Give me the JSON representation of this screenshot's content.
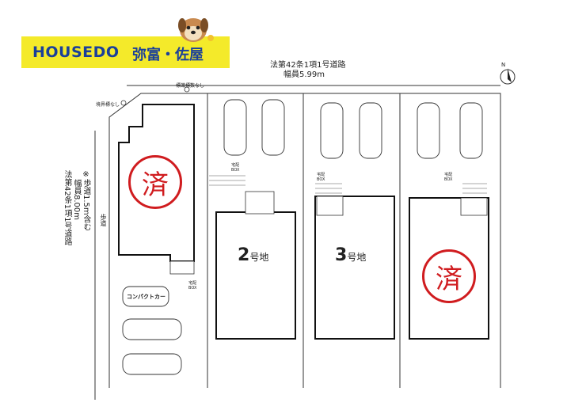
{
  "logo": {
    "brand": "HOUSEDO",
    "area": "弥富・佐屋"
  },
  "roads": {
    "top_label": "法第42条1項1号道路",
    "top_width": "幅員5.99m",
    "left_label_1": "法第42条1項1号道路",
    "left_label_2": "幅員8.00m",
    "left_label_3": "※歩道1.5m含む",
    "sidewalk": "歩道"
  },
  "notes": {
    "boundary_left": "境界標なし",
    "boundary_top": "標識標数なし"
  },
  "lots": [
    {
      "number": "2",
      "suffix": "号地",
      "sold": false
    },
    {
      "number": "3",
      "suffix": "号地",
      "sold": false
    },
    {
      "number": "",
      "suffix": "",
      "sold": true
    }
  ],
  "sold_mark": "済",
  "postbox": "宅配\nBOX",
  "compact_car": "コンパクトカー",
  "north": "N"
}
